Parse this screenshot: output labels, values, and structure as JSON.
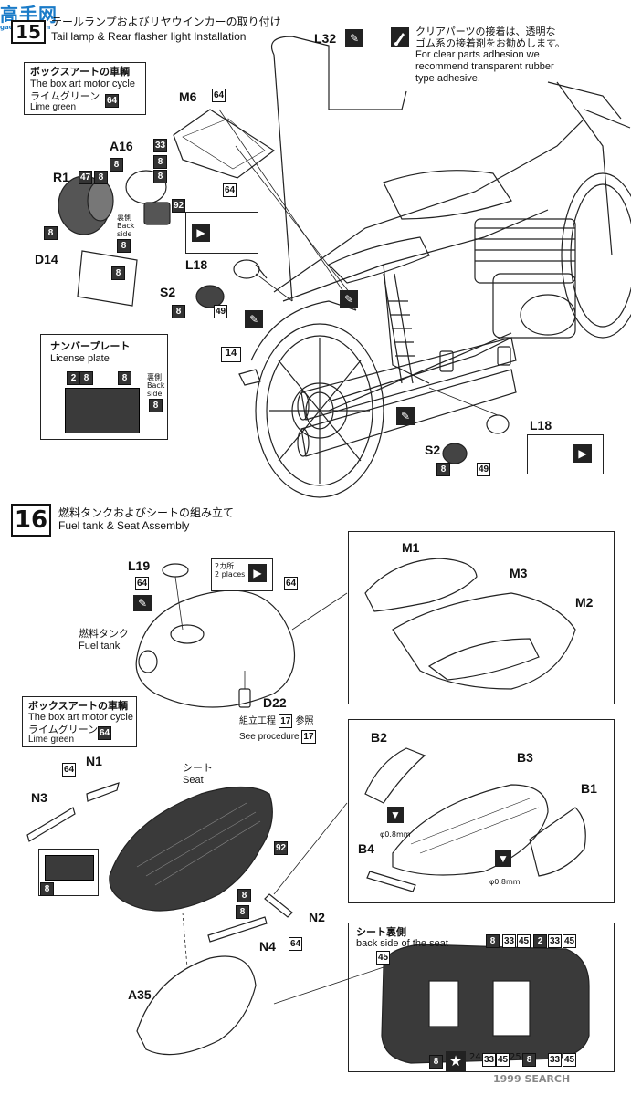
{
  "watermark_top": {
    "main": "高手网",
    "sub": "gao-shou.com"
  },
  "watermark_bottom": {
    "text": "1999 SEARCH"
  },
  "step15": {
    "number": "15",
    "title_jp": "テールランプおよびリヤウインカーの取り付け",
    "title_en": "Tail lamp & Rear flasher light Installation",
    "note_jp_1": "クリアパーツの接着は、透明な",
    "note_jp_2": "ゴム系の接着剤をお勧めします。",
    "note_en_1": "For clear parts adhesion we",
    "note_en_2": "recommend transparent rubber",
    "note_en_3": "type adhesive.",
    "boxart": {
      "jp": "ボックスアートの車輌",
      "en": "The box art motor cycle",
      "color_jp": "ライムグリーン",
      "color_en": "Lime green",
      "code": "64"
    },
    "license": {
      "jp": "ナンバープレート",
      "en": "License plate",
      "back_jp": "裏側",
      "back_en_1": "Back",
      "back_en_2": "side"
    },
    "parts": {
      "L32": "L32",
      "M6": "M6",
      "A16": "A16",
      "R1": "R1",
      "D14": "D14",
      "L18": "L18",
      "S2": "S2",
      "L18b": "L18",
      "S2b": "S2",
      "ref14": "14"
    },
    "back_small": {
      "jp": "裏側",
      "en_1": "Back",
      "en_2": "side"
    },
    "codes": {
      "c64": "64",
      "c33": "33",
      "c8": "8",
      "c47": "47",
      "c92": "92",
      "c49": "49",
      "c2": "2"
    }
  },
  "step16": {
    "number": "16",
    "title_jp": "燃料タンクおよびシートの組み立て",
    "title_en": "Fuel tank & Seat Assembly",
    "places_jp": "2カ所",
    "places_en": "2 places",
    "fuel_jp": "燃料タンク",
    "fuel_en": "Fuel tank",
    "seat_jp": "シート",
    "seat_en": "Seat",
    "procedure_jp_pre": "組立工程",
    "procedure_jp_post": "参照",
    "procedure_en": "See procedure",
    "procedure_num": "17",
    "boxart": {
      "jp": "ボックスアートの車輌",
      "en": "The box art motor cycle",
      "color_jp": "ライムグリーン",
      "color_en": "Lime green",
      "code": "64"
    },
    "seat_back_jp": "シート裏側",
    "seat_back_en": "back side of the seat",
    "drill_1": "φ0.8mm",
    "drill_2": "φ0.8mm",
    "parts": {
      "L19": "L19",
      "D22": "D22",
      "M1": "M1",
      "M2": "M2",
      "M3": "M3",
      "B1": "B1",
      "B2": "B2",
      "B3": "B3",
      "B4": "B4",
      "N1": "N1",
      "N2": "N2",
      "N3": "N3",
      "N4": "N4",
      "A35": "A35"
    },
    "codes": {
      "c64": "64",
      "c8": "8",
      "c92": "92",
      "c45": "45",
      "c33": "33",
      "c2": "2",
      "c24": "24",
      "c25": "25"
    }
  }
}
